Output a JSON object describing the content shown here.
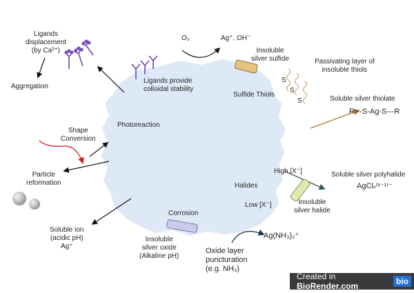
{
  "labels": {
    "ligands_displacement": "Ligands\ndisplacement\n(by Ca²⁺)",
    "aggregation": "Aggregation",
    "ligands_provide": "Ligands provide\ncolloidal stability",
    "o2": "O₂",
    "ag_oh": "Ag⁺, OH⁻",
    "insoluble_silver_sulfide": "Insoluble\nsilver sulfide",
    "passivating_layer": "Passivating layer of\ninsoluble thiols",
    "sulfide_thiols": "Sulfide Thiols",
    "s_letter": "S",
    "soluble_silver_thiolate": "Soluble silver thiolate",
    "thiolate_formula": "R---S-Ag-S---R",
    "photoreaction": "Photoreaction",
    "shape_conversion": "Shape\nConversion",
    "particle_reformation": "Particle\nreformation",
    "high_x": "High [X⁻]",
    "soluble_silver_polyhalide": "Soluble silver polyhalide",
    "polyhalide_formula": "AgClₓ⁽ˣ⁻¹⁾⁻",
    "halides": "Halides",
    "low_x": "Low [X⁻]",
    "insoluble_silver_halide": "Insoluble\nsilver halide",
    "corrosion": "Corrosion",
    "insoluble_silver_oxide": "Insoluble\nsilver oxide\n(Alkaline pH)",
    "oxide_layer": "Oxide layer\npuncturation\n(e.g. NH₃)",
    "ag_nh3": "Ag(NH₃)₂⁺",
    "soluble_ion": "Soluble ion\n(acidic pH)\nAg⁺"
  },
  "badge": {
    "prefix": "Created in ",
    "brand": "BioRender.com",
    "logo": "bio"
  },
  "colors": {
    "particle": "#dde9f7",
    "thiolate_arrow": "#a07a25",
    "polyhalide_arrow": "#2e5e44",
    "shape_arrow": "#d11a1a",
    "ligand": "#6b46a8",
    "sulfide_bar": "#e6c27a",
    "halide_bar": "#dfeab0",
    "oxide_bar": "#c9cbe8",
    "thiol_wave": "#c49558",
    "ammonia_arrow": "#1f3550"
  }
}
